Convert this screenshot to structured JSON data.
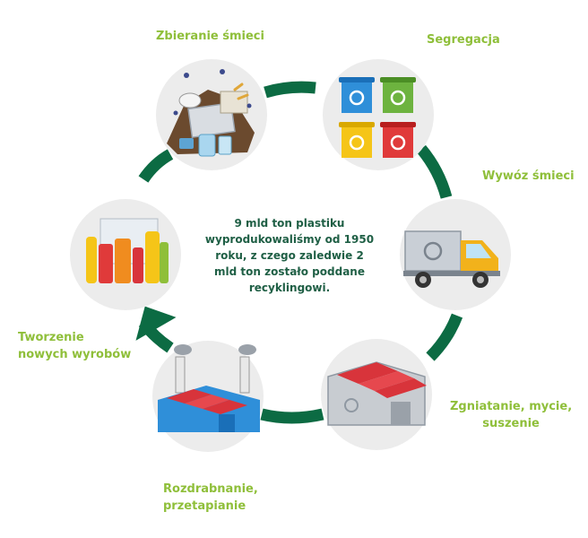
{
  "center_text": "9 mld ton plastiku wyprodukowaliśmy od 1950 roku, z czego zaledwie 2 mld ton zostało poddane recyklingowi.",
  "stages": [
    {
      "id": "collection",
      "lines": [
        "Zbieranie śmieci"
      ],
      "icon": "garbage-pile-icon"
    },
    {
      "id": "segregation",
      "lines": [
        "Segregacja"
      ],
      "icon": "recycling-bins-icon"
    },
    {
      "id": "transport",
      "lines": [
        "Wywóz śmieci"
      ],
      "icon": "garbage-truck-icon"
    },
    {
      "id": "washing",
      "lines": [
        "Zgniatanie, mycie,",
        "suszenie"
      ],
      "icon": "warehouse-icon"
    },
    {
      "id": "melting",
      "lines": [
        "Rozdrabnanie,",
        "przetapianie"
      ],
      "icon": "factory-icon"
    },
    {
      "id": "new-products",
      "lines": [
        "Tworzenie",
        "nowych wyrobów"
      ],
      "icon": "products-icon"
    }
  ],
  "colors": {
    "ring": "#0c6b43",
    "label": "#8fbf3a",
    "center_text": "#1f5f45",
    "circle_bg": "#ececec"
  }
}
